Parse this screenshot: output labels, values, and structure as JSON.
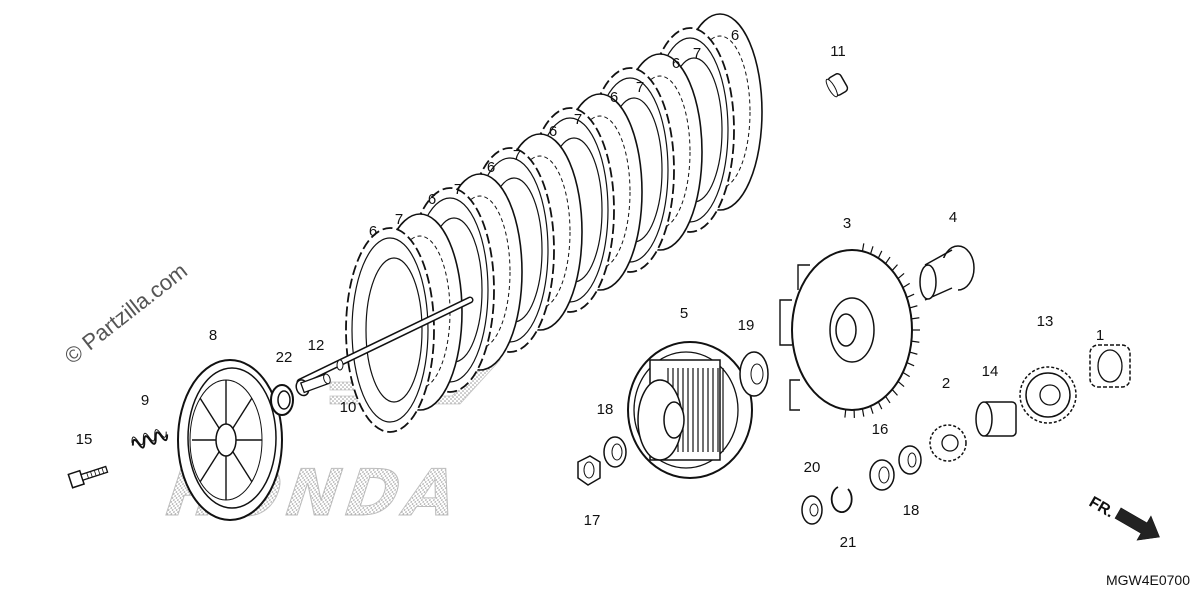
{
  "diagram": {
    "watermark": "© Partzilla.com",
    "logo": "HONDA",
    "direction_label": "FR.",
    "reference_code": "MGW4E0700",
    "callouts": [
      "1",
      "2",
      "3",
      "4",
      "5",
      "6",
      "7",
      "8",
      "9",
      "10",
      "11",
      "12",
      "13",
      "14",
      "15",
      "16",
      "17",
      "18",
      "19",
      "20",
      "21",
      "22"
    ]
  }
}
